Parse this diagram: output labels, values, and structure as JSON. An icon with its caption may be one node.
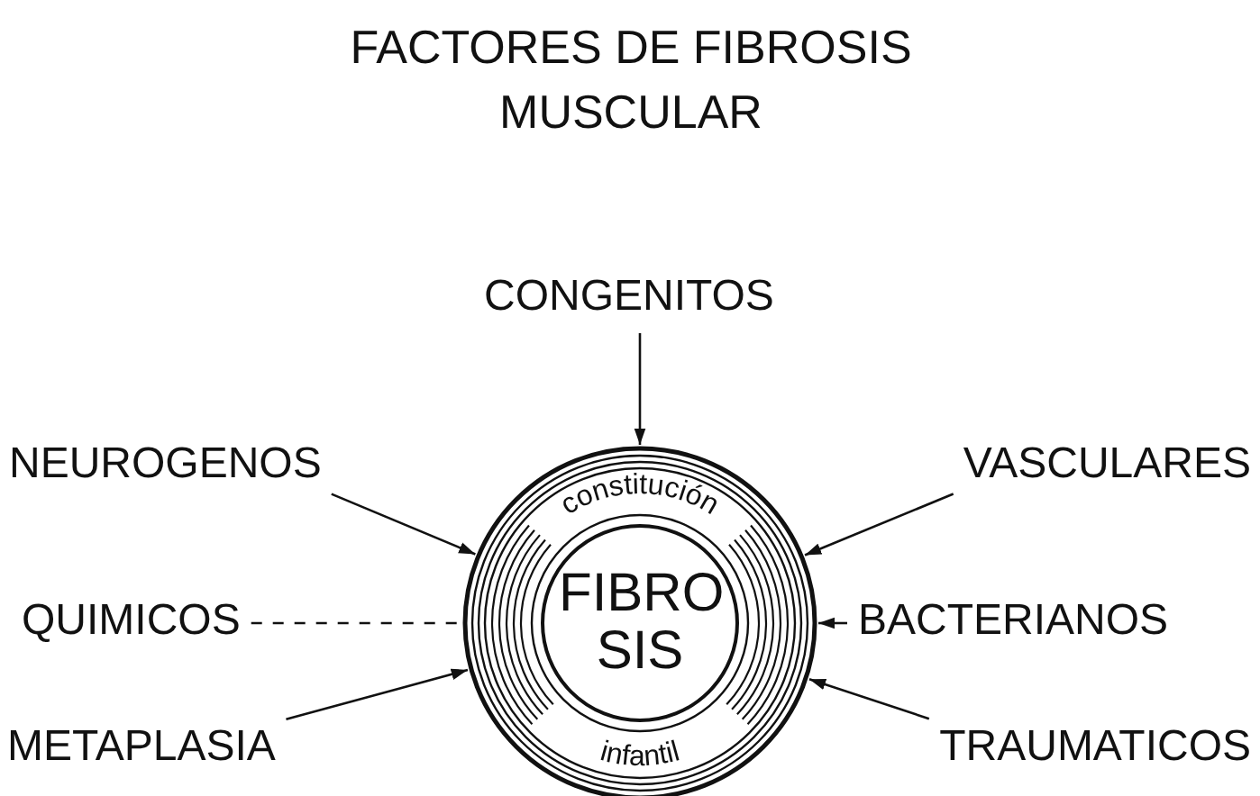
{
  "diagram": {
    "title": "FACTORES DE FIBROSIS MUSCULAR",
    "nodes": [
      {
        "text": [
          "CONGENITOS"
        ]
      },
      {
        "text": [
          "NEUROGENOS"
        ]
      },
      {
        "text": [
          "VASCULARES"
        ]
      },
      {
        "text": [
          "QUIMICOS"
        ]
      },
      {
        "text": [
          "constitución",
          "infantil"
        ]
      },
      {
        "text": [
          "FIBRO SIS"
        ],
        "in": 4
      },
      {
        "text": [
          "BACTERIANOS"
        ]
      },
      {
        "text": [
          "METAPLASIA"
        ]
      },
      {
        "text": [
          "TRAUMATICOS"
        ]
      }
    ],
    "edges": [
      {
        "from": 0,
        "to": 4,
        "arrow": "to"
      },
      {
        "from": 1,
        "to": 4,
        "arrow": "to"
      },
      {
        "from": 2,
        "to": 4,
        "arrow": "to"
      },
      {
        "from": 3,
        "to": 4,
        "arrow": "none",
        "style": "dashed"
      },
      {
        "from": 6,
        "to": 4,
        "arrow": "to"
      },
      {
        "from": 7,
        "to": 4,
        "arrow": "to"
      },
      {
        "from": 8,
        "to": 4,
        "arrow": "to"
      }
    ]
  }
}
